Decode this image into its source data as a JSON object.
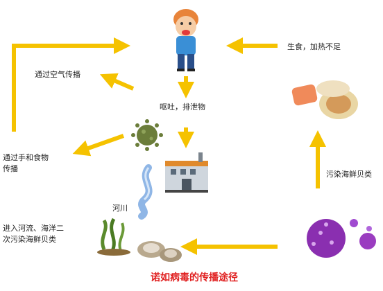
{
  "labels": {
    "airborne": "通过空气传播",
    "vomit": "呕吐，排泄物",
    "hands_food_line1": "通过手和食物",
    "hands_food_line2": "传播",
    "river": "河川",
    "secondary_line1": "进入河流、海洋二",
    "secondary_line2": "次污染海鲜贝类",
    "raw_food": "生食，加热不足",
    "contaminated_shellfish": "污染海鲜贝类"
  },
  "title": "诺如病毒的传播途径",
  "colors": {
    "arrow": "#f5c200",
    "title": "#e02020",
    "virus_purple": "#8a2fb0",
    "virus_green": "#6b7d3a"
  },
  "icons": [
    "sick-child-icon",
    "virus-icon",
    "river-icon",
    "factory-icon",
    "seaweed-icon",
    "oyster-icon",
    "seafood-icon",
    "purple-virus-icon"
  ]
}
